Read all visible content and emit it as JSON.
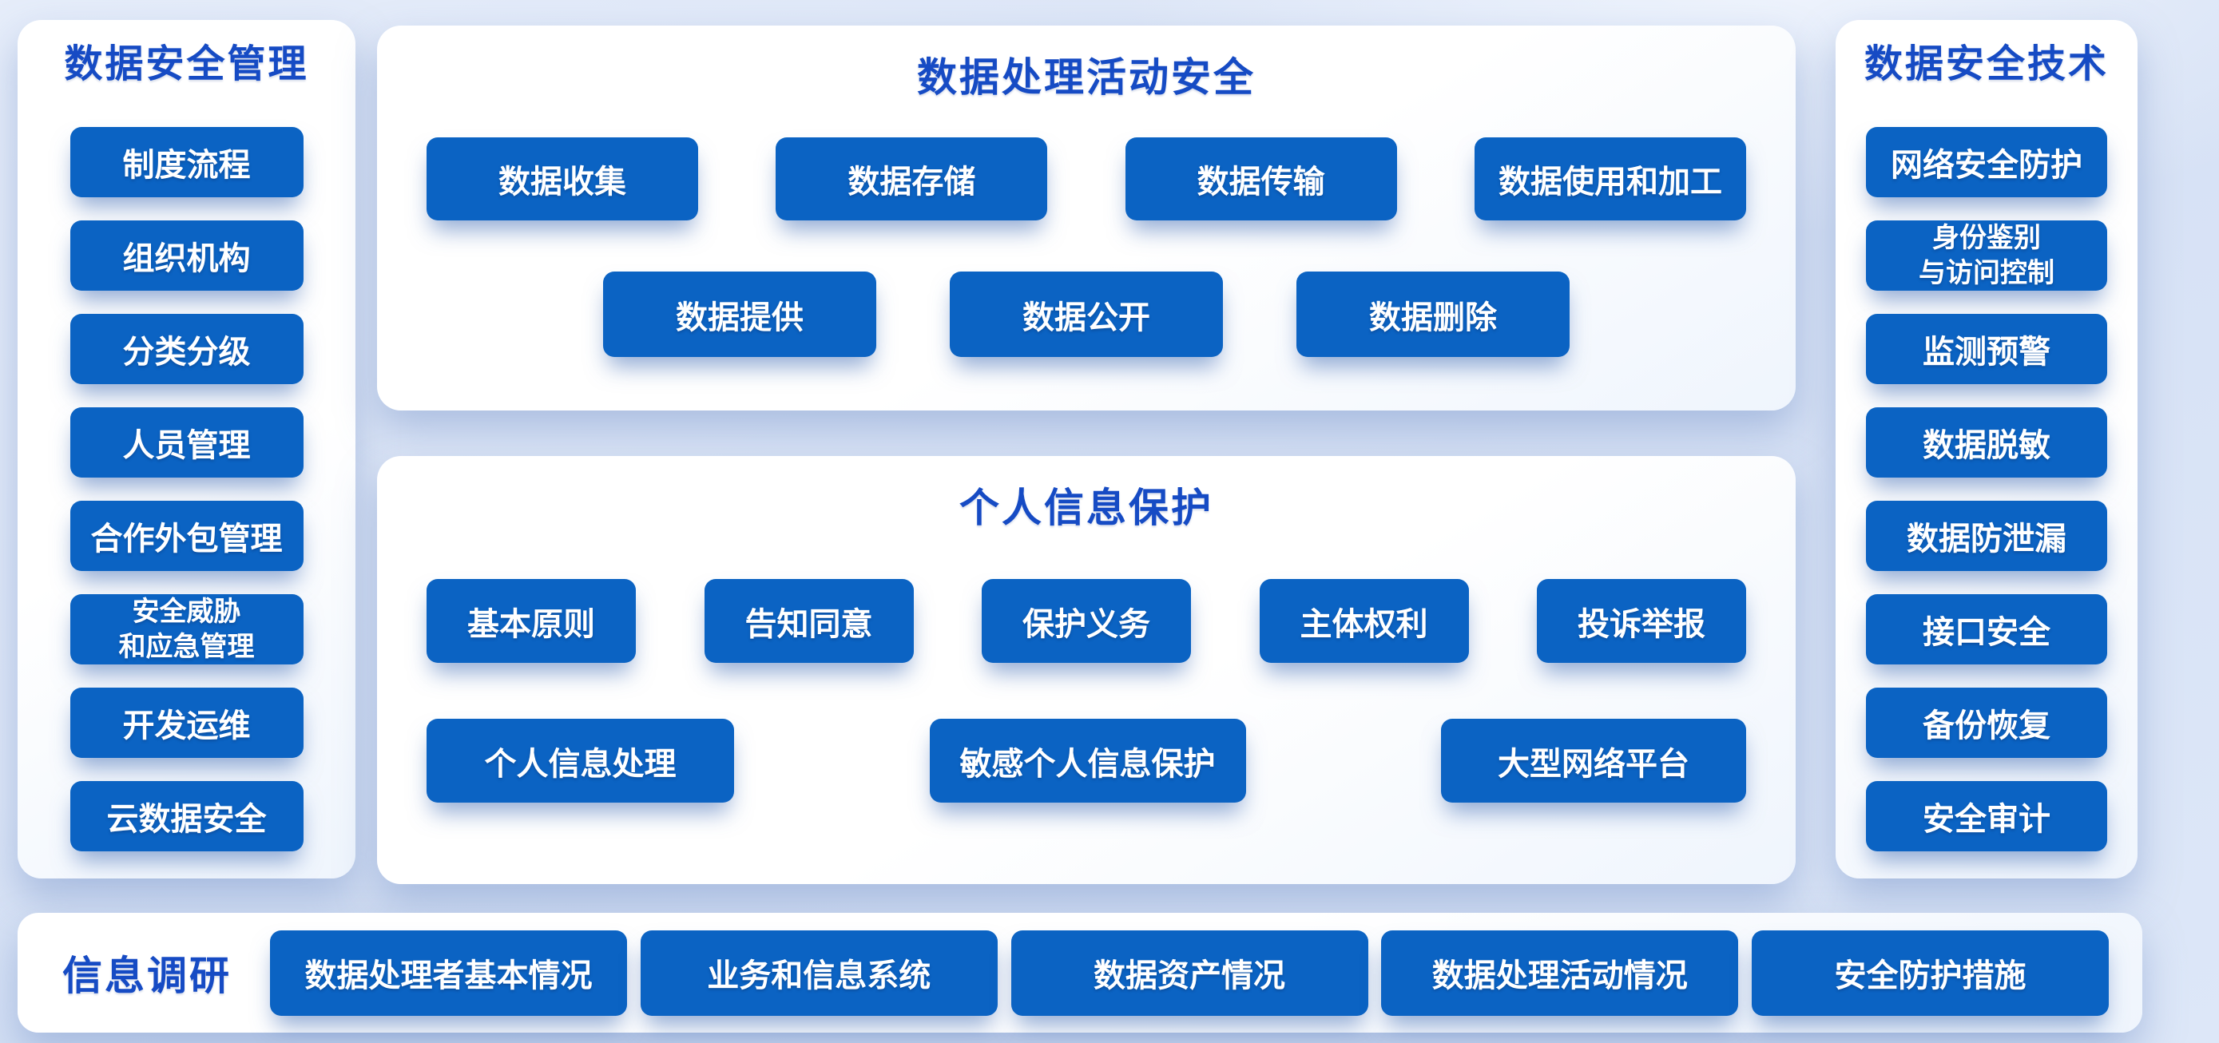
{
  "colors": {
    "page_background": "#dce6f7",
    "panel_background": "#ffffff",
    "button_fill": "#0b63c3",
    "button_text": "#ffffff",
    "heading_text": "#164bc4"
  },
  "management_panel": {
    "title": "数据安全管理",
    "items": [
      "制度流程",
      "组织机构",
      "分类分级",
      "人员管理",
      "合作外包管理",
      "安全威胁\n和应急管理",
      "开发运维",
      "云数据安全"
    ]
  },
  "processing_panel": {
    "title": "数据处理活动安全",
    "row1": [
      "数据收集",
      "数据存储",
      "数据传输",
      "数据使用和加工"
    ],
    "row2": [
      "数据提供",
      "数据公开",
      "数据删除"
    ]
  },
  "personal_panel": {
    "title": "个人信息保护",
    "row1": [
      "基本原则",
      "告知同意",
      "保护义务",
      "主体权利",
      "投诉举报"
    ],
    "row2": [
      "个人信息处理",
      "敏感个人信息保护",
      "大型网络平台"
    ]
  },
  "technology_panel": {
    "title": "数据安全技术",
    "items": [
      "网络安全防护",
      "身份鉴别\n与访问控制",
      "监测预警",
      "数据脱敏",
      "数据防泄漏",
      "接口安全",
      "备份恢复",
      "安全审计"
    ]
  },
  "survey_panel": {
    "title": "信息调研",
    "items": [
      "数据处理者基本情况",
      "业务和信息系统",
      "数据资产情况",
      "数据处理活动情况",
      "安全防护措施"
    ]
  }
}
